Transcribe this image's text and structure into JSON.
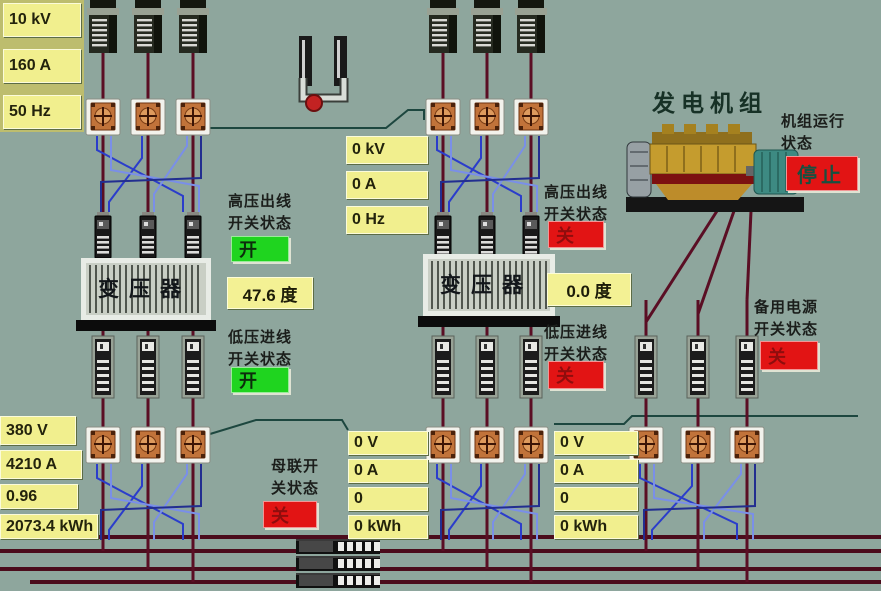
{
  "colors": {
    "background": "#8EA69D",
    "phase_wire": "#5A0E24",
    "open_bg": "#1FD41F",
    "closed_bg": "#E21414",
    "panel_yellow": "#F1EF8E"
  },
  "incoming_left": {
    "metrics": [
      "10 kV",
      "160 A",
      "50 Hz"
    ],
    "hv_switch": {
      "label": "高压出线\n开关状态",
      "state": "开"
    },
    "transformer": {
      "name": "变压器",
      "temperature": "47.6 度"
    },
    "lv_switch": {
      "label": "低压进线\n开关状态",
      "state": "开"
    },
    "lv_metrics": [
      "380 V",
      "4210 A",
      "0.96",
      "2073.4 kWh"
    ]
  },
  "incoming_mid": {
    "metrics": [
      "0 kV",
      "0 A",
      "0 Hz"
    ],
    "hv_switch": {
      "label": "高压出线\n开关状态",
      "state": "关"
    },
    "transformer": {
      "name": "变压器",
      "temperature": "0.0 度"
    },
    "lv_switch": {
      "label": "低压进线\n开关状态",
      "state": "关"
    },
    "lv_metrics": [
      "0 V",
      "0 A",
      "0",
      "0 kWh"
    ]
  },
  "bus_tie": {
    "label": "母联开\n关状态",
    "state": "关"
  },
  "generator": {
    "title": "发电机组",
    "run_status_label": "机组运行\n状态",
    "run_status": "停止",
    "backup_switch": {
      "label": "备用电源\n开关状态",
      "state": "关"
    },
    "lv_metrics": [
      "0 V",
      "0 A",
      "0",
      "0 kWh"
    ]
  }
}
